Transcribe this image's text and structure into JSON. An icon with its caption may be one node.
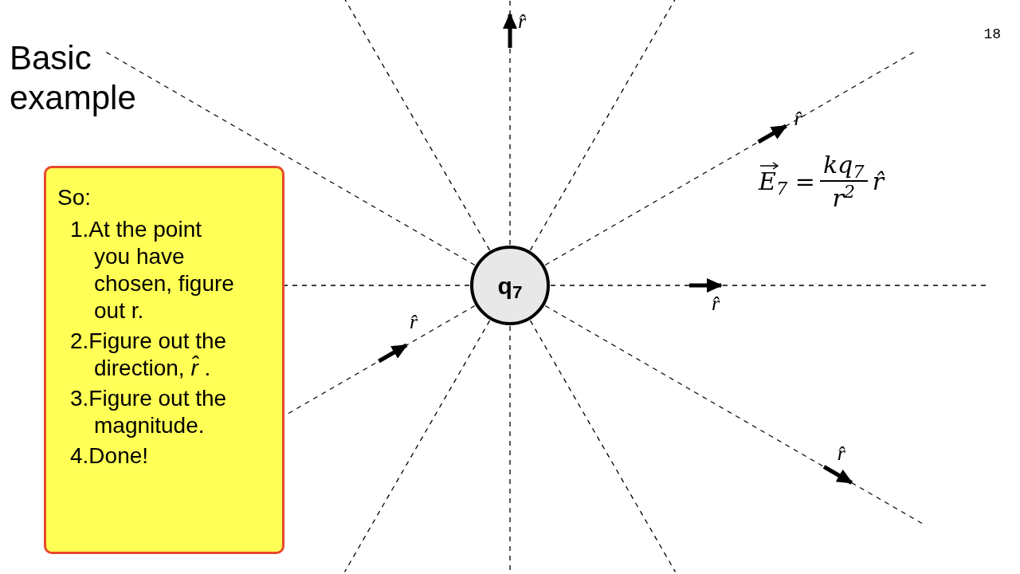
{
  "diagram": {
    "title": "Basic example",
    "nodes": [
      {
        "text": [
          "q$_{7}$"
        ]
      },
      {
        "text": [
          "So:",
          "1.At the point you have chosen, figure out r.",
          "2.Figure out the direction, *r̂* .",
          "3.Figure out the magnitude.",
          "4.Done!"
        ]
      }
    ],
    "edges": [
      {
        "from": 0,
        "to": null,
        "arrow": "none",
        "style": "dashed"
      },
      {
        "from": 0,
        "to": null,
        "arrow": "none",
        "style": "dashed"
      },
      {
        "from": 0,
        "to": null,
        "arrow": "none",
        "style": "dashed"
      },
      {
        "from": 0,
        "to": null,
        "arrow": "none",
        "style": "dashed"
      },
      {
        "from": 0,
        "to": null,
        "arrow": "none",
        "style": "dashed"
      },
      {
        "from": 0,
        "to": null,
        "arrow": "none",
        "style": "dashed"
      },
      {
        "from": 0,
        "to": null,
        "arrow": "none",
        "style": "dashed"
      },
      {
        "from": 0,
        "to": null,
        "arrow": "none",
        "style": "dashed"
      },
      {
        "from": 0,
        "to": 1,
        "arrow": "none",
        "style": "dashed"
      },
      {
        "from": 0,
        "to": 1,
        "arrow": "none",
        "style": "dashed"
      },
      {
        "from": 0,
        "to": null,
        "arrow": "none",
        "style": "dashed"
      },
      {
        "from": 0,
        "to": null,
        "arrow": "none",
        "style": "dashed"
      }
    ],
    "labels": [
      "r̂",
      "18",
      "r̂",
      "E$_{7}$ =",
      "kq$_{7}$",
      "r$^{2}$",
      "r̂",
      "r̂",
      "r̂",
      "r̂"
    ]
  }
}
